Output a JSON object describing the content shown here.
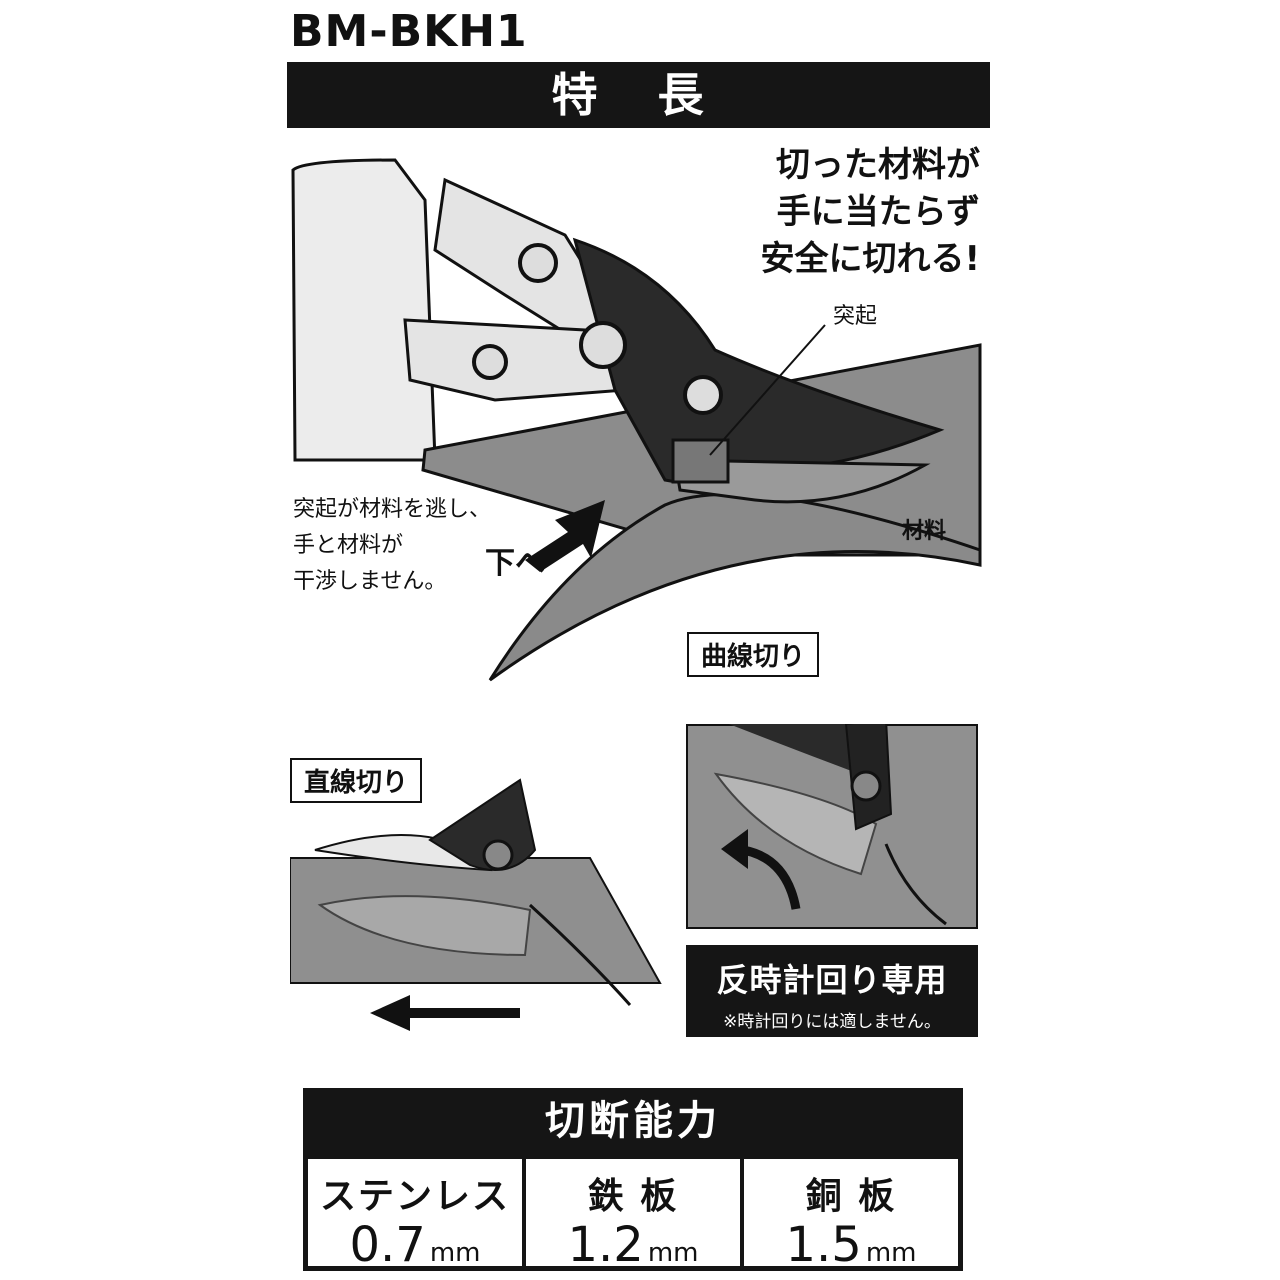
{
  "model": "BM-BKH1",
  "features_heading": "特 長",
  "headline_lines": [
    "切った材料が",
    "手に当たらず",
    "安全に切れる!"
  ],
  "callouts": {
    "protrusion": "突起",
    "material": "材料",
    "down": "下へ",
    "explanation_lines": [
      "突起が材料を逃し、",
      "手と材料が",
      "干渉しません。"
    ]
  },
  "labels": {
    "curve_cut": "曲線切り",
    "straight_cut": "直線切り"
  },
  "warning": {
    "title": "反時計回り専用",
    "note": "※時計回りには適しません。"
  },
  "capacity": {
    "heading": "切断能力",
    "items": [
      {
        "name": "ステンレス",
        "value": "0.7",
        "unit": "mm"
      },
      {
        "name": "鉄 板",
        "value": "1.2",
        "unit": "mm"
      },
      {
        "name": "銅 板",
        "value": "1.5",
        "unit": "mm"
      }
    ]
  }
}
